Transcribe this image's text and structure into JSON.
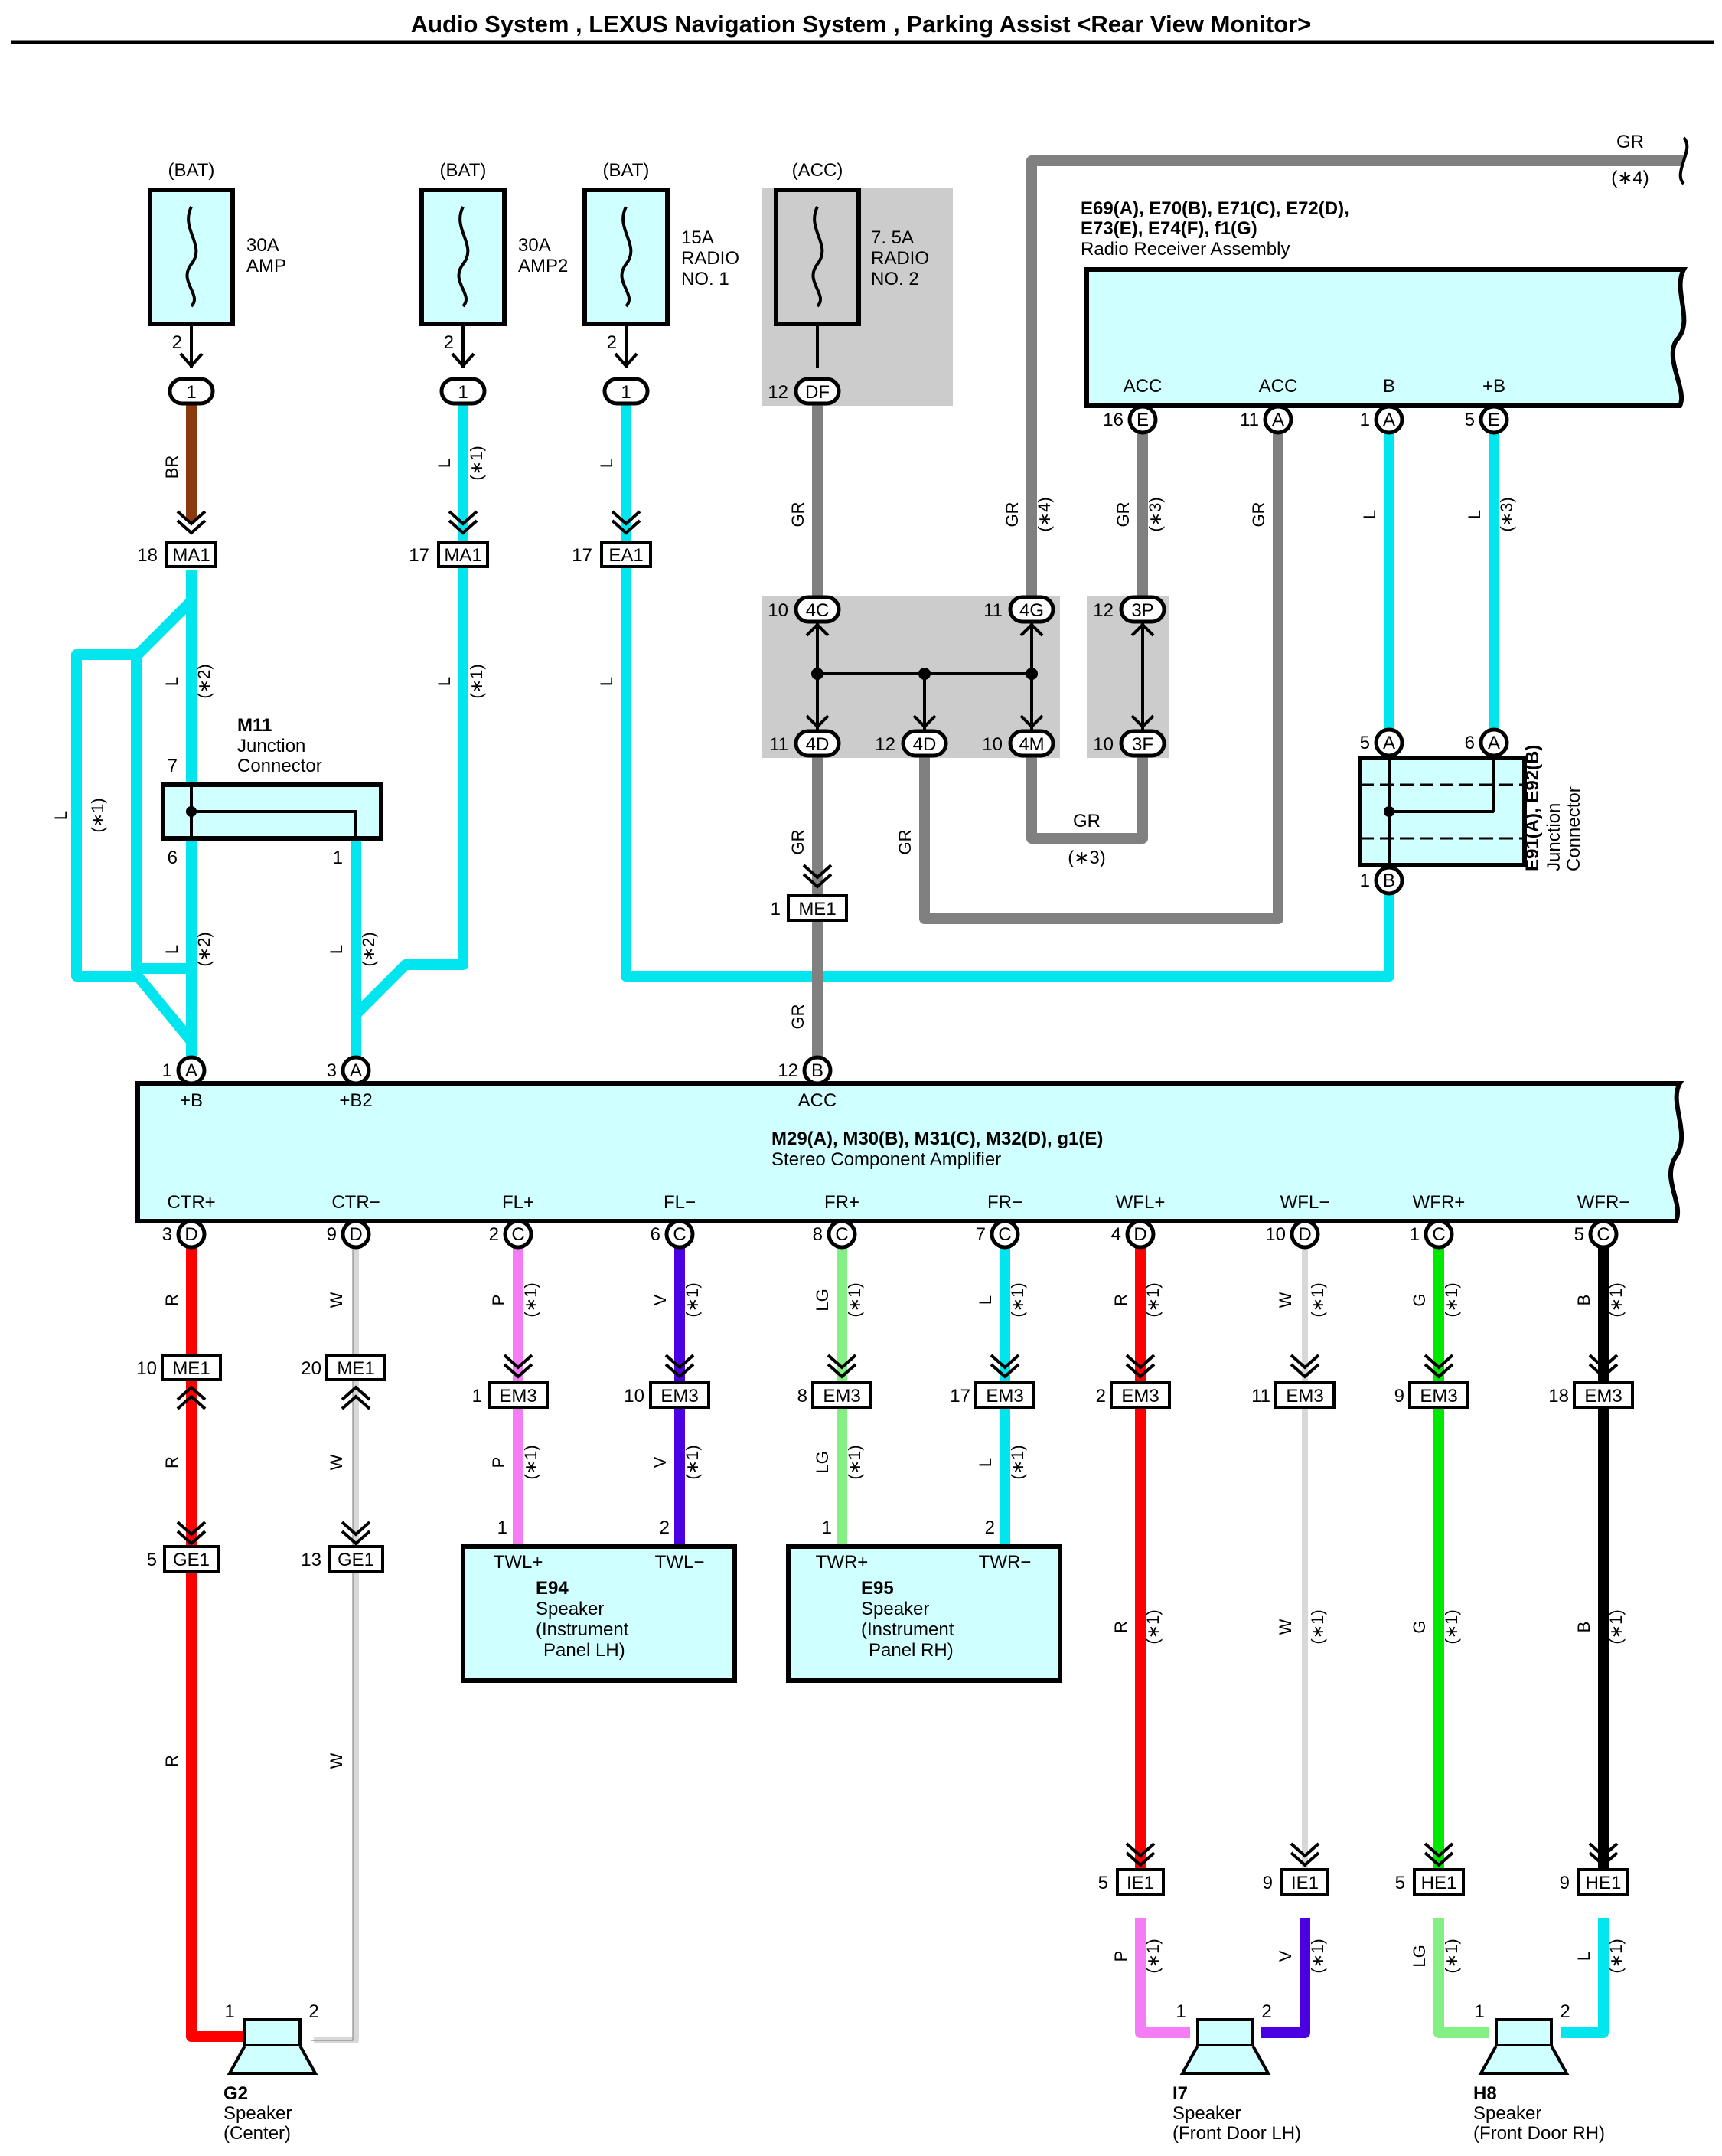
{
  "title": "Audio System , LEXUS Navigation System , Parking Assist <Rear View Monitor>",
  "colors": {
    "L": "#00e5ee",
    "GR": "#808080",
    "BR": "#8b3a10",
    "R": "#ff0000",
    "W": "#d8d8d8",
    "P": "#f47cf4",
    "V": "#4a00e0",
    "LG": "#84f084",
    "G": "#00e800",
    "B": "#000000",
    "box_fill": "#cfffff",
    "shade": "#cccccc"
  },
  "fuses": [
    {
      "source": "(BAT)",
      "line1": "30A",
      "line2": "AMP",
      "line3": "",
      "pin_top": "2",
      "conn": "1"
    },
    {
      "source": "(BAT)",
      "line1": "30A",
      "line2": "AMP2",
      "line3": "",
      "pin_top": "2",
      "conn": "1"
    },
    {
      "source": "(BAT)",
      "line1": "15A",
      "line2": "RADIO",
      "line3": "NO. 1",
      "pin_top": "2",
      "conn": "1"
    },
    {
      "source": "(ACC)",
      "line1": "7. 5A",
      "line2": "RADIO",
      "line3": "NO. 2",
      "pin_top": "12",
      "conn": "DF"
    }
  ],
  "radio": {
    "codes1": "E69(A), E70(B), E71(C), E72(D),",
    "codes2": "E73(E), E74(F), f1(G)",
    "name": "Radio Receiver Assembly",
    "pins": [
      {
        "label": "ACC",
        "num": "16",
        "conn": "E"
      },
      {
        "label": "ACC",
        "num": "11",
        "conn": "A"
      },
      {
        "label": "B",
        "num": "1",
        "conn": "A"
      },
      {
        "label": "+B",
        "num": "5",
        "conn": "E"
      }
    ]
  },
  "amplifier": {
    "codes": "M29(A), M30(B), M31(C), M32(D), g1(E)",
    "name": "Stereo Component Amplifier",
    "top_pins": [
      {
        "label": "+B",
        "num": "1",
        "conn": "A"
      },
      {
        "label": "+B2",
        "num": "3",
        "conn": "A"
      },
      {
        "label": "ACC",
        "num": "12",
        "conn": "B"
      }
    ],
    "bottom_pins": [
      {
        "label": "CTR+",
        "num": "3",
        "conn": "D"
      },
      {
        "label": "CTR−",
        "num": "9",
        "conn": "D"
      },
      {
        "label": "FL+",
        "num": "2",
        "conn": "C"
      },
      {
        "label": "FL−",
        "num": "6",
        "conn": "C"
      },
      {
        "label": "FR+",
        "num": "8",
        "conn": "C"
      },
      {
        "label": "FR−",
        "num": "7",
        "conn": "C"
      },
      {
        "label": "WFL+",
        "num": "4",
        "conn": "D"
      },
      {
        "label": "WFL−",
        "num": "10",
        "conn": "D"
      },
      {
        "label": "WFR+",
        "num": "1",
        "conn": "C"
      },
      {
        "label": "WFR−",
        "num": "5",
        "conn": "C"
      }
    ]
  },
  "junction_m11": {
    "code": "M11",
    "line1": "Junction",
    "line2": "Connector",
    "pin_top": "7",
    "pin_left": "6",
    "pin_right": "1"
  },
  "junction_e91": {
    "codes": "E91(A), E92(B)",
    "line1": "Junction",
    "line2": "Connector",
    "pin_a5": "5",
    "conn_a5": "A",
    "pin_a6": "6",
    "conn_a6": "A",
    "pin_b1": "1",
    "conn_b1": "B"
  },
  "junction_block": {
    "upper": [
      {
        "num": "10",
        "conn": "4C"
      },
      {
        "num": "11",
        "conn": "4G"
      },
      {
        "num": "12",
        "conn": "3P"
      }
    ],
    "lower": [
      {
        "num": "11",
        "conn": "4D"
      },
      {
        "num": "12",
        "conn": "4D"
      },
      {
        "num": "10",
        "conn": "4M"
      },
      {
        "num": "10",
        "conn": "3F"
      }
    ]
  },
  "inline_connectors": [
    {
      "num": "18",
      "conn": "MA1"
    },
    {
      "num": "17",
      "conn": "MA1"
    },
    {
      "num": "17",
      "conn": "EA1"
    },
    {
      "num": "1",
      "conn": "ME1"
    },
    {
      "num": "10",
      "conn": "ME1"
    },
    {
      "num": "20",
      "conn": "ME1"
    },
    {
      "num": "1",
      "conn": "EM3"
    },
    {
      "num": "10",
      "conn": "EM3"
    },
    {
      "num": "8",
      "conn": "EM3"
    },
    {
      "num": "17",
      "conn": "EM3"
    },
    {
      "num": "2",
      "conn": "EM3"
    },
    {
      "num": "11",
      "conn": "EM3"
    },
    {
      "num": "9",
      "conn": "EM3"
    },
    {
      "num": "18",
      "conn": "EM3"
    },
    {
      "num": "5",
      "conn": "GE1"
    },
    {
      "num": "13",
      "conn": "GE1"
    },
    {
      "num": "5",
      "conn": "IE1"
    },
    {
      "num": "9",
      "conn": "IE1"
    },
    {
      "num": "5",
      "conn": "HE1"
    },
    {
      "num": "9",
      "conn": "HE1"
    }
  ],
  "speakers_panel": [
    {
      "code": "E94",
      "pin_plus": "TWL+",
      "pin_minus": "TWL−",
      "line1": "Speaker",
      "line2": "(Instrument",
      "line3": "Panel LH)",
      "n1": "1",
      "n2": "2"
    },
    {
      "code": "E95",
      "pin_plus": "TWR+",
      "pin_minus": "TWR−",
      "line1": "Speaker",
      "line2": "(Instrument",
      "line3": "Panel RH)",
      "n1": "1",
      "n2": "2"
    }
  ],
  "speakers_bottom": [
    {
      "code": "G2",
      "line1": "Speaker",
      "line2": "(Center)",
      "n1": "1",
      "n2": "2"
    },
    {
      "code": "I7",
      "line1": "Speaker",
      "line2": "(Front Door LH)",
      "n1": "1",
      "n2": "2"
    },
    {
      "code": "H8",
      "line1": "Speaker",
      "line2": "(Front Door RH)",
      "n1": "1",
      "n2": "2"
    }
  ],
  "notes": {
    "n1": "(∗1)",
    "n2": "(∗2)",
    "n3": "(∗3)",
    "n4": "(∗4)"
  },
  "wire_labels": {
    "BR": "BR",
    "L": "L",
    "GR": "GR",
    "R": "R",
    "W": "W",
    "P": "P",
    "V": "V",
    "LG": "LG",
    "G": "G",
    "B": "B"
  }
}
